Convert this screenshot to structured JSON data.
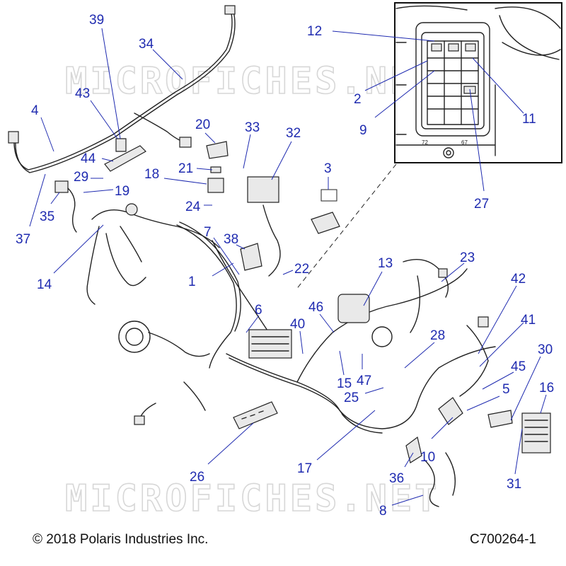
{
  "watermark": "MICROFICHES.NET",
  "footer": {
    "copyright": "© 2018 Polaris Industries Inc.",
    "figure_id": "C700264-1"
  },
  "inset": {
    "label_left": "72",
    "label_right": "67"
  },
  "callouts": [
    "1",
    "2",
    "3",
    "4",
    "5",
    "6",
    "7",
    "8",
    "9",
    "10",
    "11",
    "12",
    "13",
    "14",
    "15",
    "16",
    "17",
    "18",
    "19",
    "20",
    "21",
    "22",
    "23",
    "24",
    "25",
    "26",
    "27",
    "28",
    "29",
    "30",
    "31",
    "32",
    "33",
    "34",
    "35",
    "36",
    "37",
    "38",
    "39",
    "40",
    "41",
    "42",
    "43",
    "44",
    "45",
    "46",
    "47"
  ],
  "colors": {
    "callout": "#1f2bb0",
    "line": "#222222",
    "watermark": "#d7d7d7"
  }
}
